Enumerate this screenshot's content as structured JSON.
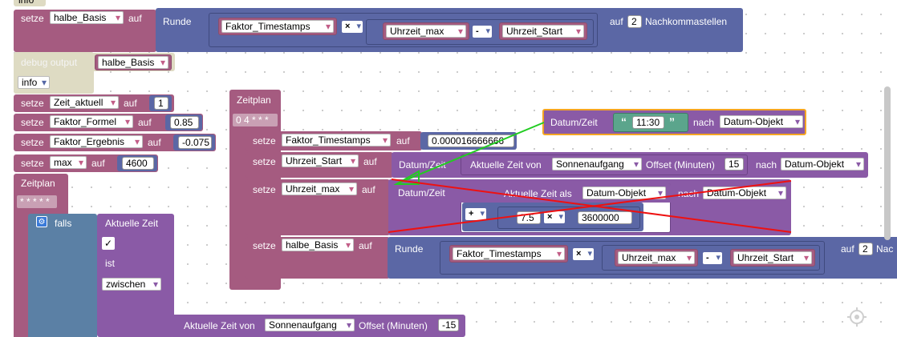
{
  "top_clip": "info",
  "row1": {
    "set": "setze",
    "var": "halbe_Basis",
    "to": "auf",
    "round": "Runde",
    "factor": "Faktor_Timestamps",
    "mul": "×",
    "minus": "-",
    "tmax": "Uhrzeit_max",
    "tstart": "Uhrzeit_Start",
    "places_pre": "auf",
    "places": "2",
    "places_post": "Nachkommastellen"
  },
  "debug": {
    "label": "debug output",
    "var": "halbe_Basis",
    "level": "info"
  },
  "sets_left": [
    {
      "set": "setze",
      "var": "Zeit_aktuell",
      "to": "auf",
      "value": "1"
    },
    {
      "set": "setze",
      "var": "Faktor_Formel",
      "to": "auf",
      "value": "0.85"
    },
    {
      "set": "setze",
      "var": "Faktor_Ergebnis",
      "to": "auf",
      "value": "-0.075"
    },
    {
      "set": "setze",
      "var": "max",
      "to": "auf",
      "value": "4600"
    }
  ],
  "sched_left": {
    "label": "Zeitplan",
    "cron": "* * * * *"
  },
  "falls": {
    "label": "falls",
    "now": "Aktuelle Zeit",
    "check": "✓",
    "is": "ist",
    "between": "zwischen"
  },
  "bottom_row": {
    "now_of": "Aktuelle Zeit von",
    "event": "Sonnenaufgang",
    "offset": "Offset (Minuten)",
    "value": "-15"
  },
  "sched_right": {
    "label": "Zeitplan",
    "cron": "0 4 * * *"
  },
  "date_time_block": {
    "label": "Datum/Zeit",
    "quote_l": "“",
    "time": "11:30",
    "quote_r": "”",
    "after": "nach",
    "type": "Datum-Objekt"
  },
  "r1": {
    "set": "setze",
    "var": "Faktor_Timestamps",
    "to": "auf",
    "value": "0.000016666666"
  },
  "r2": {
    "set": "setze",
    "var": "Uhrzeit_Start",
    "to": "auf",
    "dt": "Datum/Zeit",
    "now_of": "Aktuelle Zeit von",
    "event": "Sonnenaufgang",
    "offset": "Offset (Minuten)",
    "offval": "15",
    "after": "nach",
    "type": "Datum-Objekt"
  },
  "r3": {
    "set": "setze",
    "var": "Uhrzeit_max",
    "to": "auf",
    "dt": "Datum/Zeit",
    "now_as": "Aktuelle Zeit als",
    "type1": "Datum-Objekt",
    "after": "nach",
    "type2": "Datum-Objekt",
    "plus": "+",
    "mul": "×",
    "a": "7.5",
    "b": "3600000"
  },
  "r4": {
    "set": "setze",
    "var": "halbe_Basis",
    "to": "auf",
    "round": "Runde",
    "factor": "Faktor_Timestamps",
    "mul": "×",
    "minus": "-",
    "tmax": "Uhrzeit_max",
    "tstart": "Uhrzeit_Start",
    "places_pre": "auf",
    "places": "2",
    "places_post": "Nac"
  },
  "colors": {
    "variable": "#a55b80",
    "math": "#5b67a5",
    "time": "#8a5aa6",
    "annotation_green": "#22cc22",
    "annotation_red": "#ee1111",
    "highlight": "#f5a623"
  }
}
